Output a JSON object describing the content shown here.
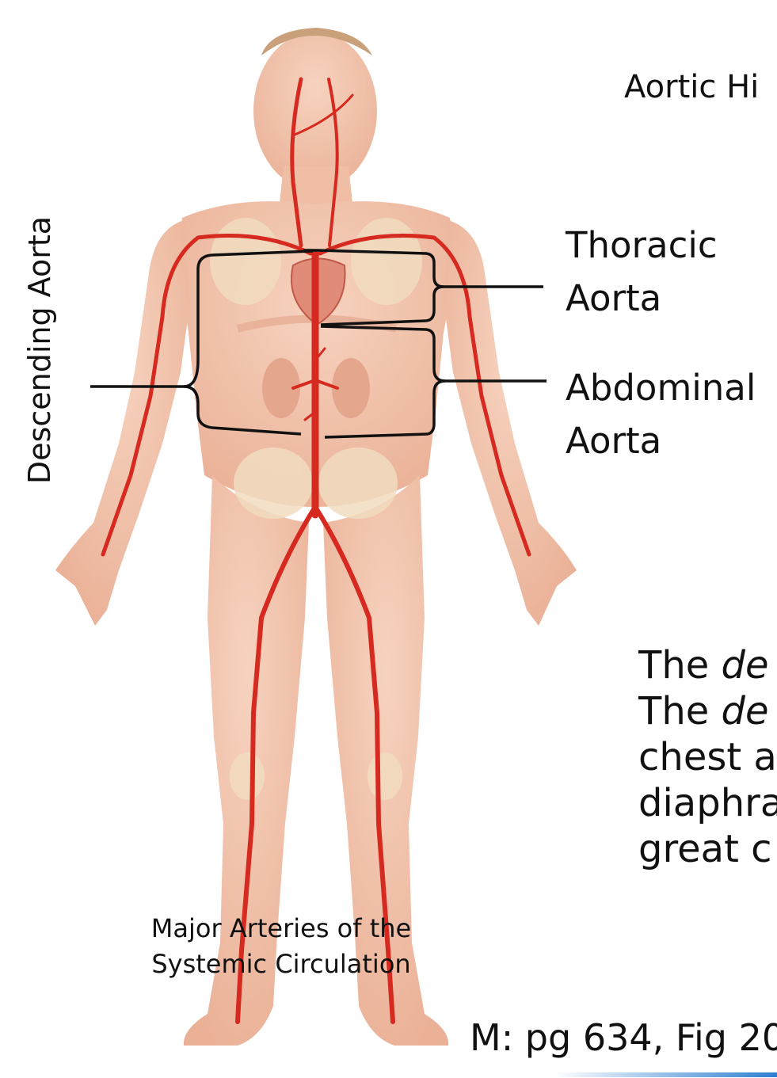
{
  "slide": {
    "title_partial": "Aortic Hi",
    "labels": {
      "thoracic_line1": "Thoracic",
      "thoracic_line2": "Aorta",
      "abdominal_line1": "Abdominal",
      "abdominal_line2": "Aorta",
      "descending": "Descending Aorta"
    },
    "caption_line1": "Major Arteries of the",
    "caption_line2": "Systemic Circulation",
    "body_lines": [
      {
        "pre": "The ",
        "italic": "de"
      },
      {
        "pre": "The ",
        "italic": "de"
      },
      {
        "pre": "chest a",
        "italic": ""
      },
      {
        "pre": "diaphra",
        "italic": ""
      },
      {
        "pre": "great c",
        "italic": ""
      }
    ],
    "reference": "M: pg 634, Fig 20"
  },
  "colors": {
    "skin": "#f3c6ae",
    "skin_shadow": "#e4a68c",
    "artery": "#d6291f",
    "bone": "#f1dcc0",
    "bracket": "#111111",
    "accent_bar": "#2e7fd1"
  }
}
